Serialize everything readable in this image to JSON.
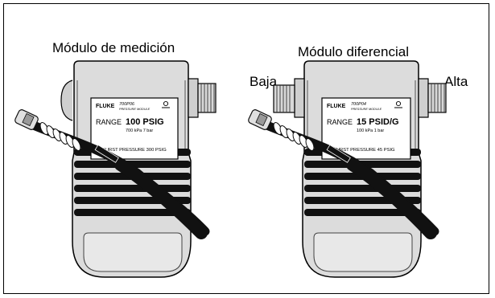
{
  "labels": {
    "left_module_title": "Módulo de medición",
    "right_module_title": "Módulo diferencial",
    "low_port": "Baja",
    "high_port": "Alta"
  },
  "left_module": {
    "brand": "FLUKE",
    "model": "700P06",
    "module_type": "PRESSURE MODULE",
    "range_label": "RANGE",
    "range_value": "100 PSIG",
    "range_sub": "700 kPa   7 bar",
    "burst": "BURST PRESSURE 300 PSIG"
  },
  "right_module": {
    "brand": "FLUKE",
    "model": "700P04",
    "module_type": "PRESSURE MODULE",
    "range_label": "RANGE",
    "range_value": "15 PSID/G",
    "range_sub": "100 kPa  1 bar",
    "burst": "BURST PRESSURE 45 PSIG"
  },
  "colors": {
    "body": "#dcdcdc",
    "outline": "#000000",
    "stripes": "#111111"
  }
}
